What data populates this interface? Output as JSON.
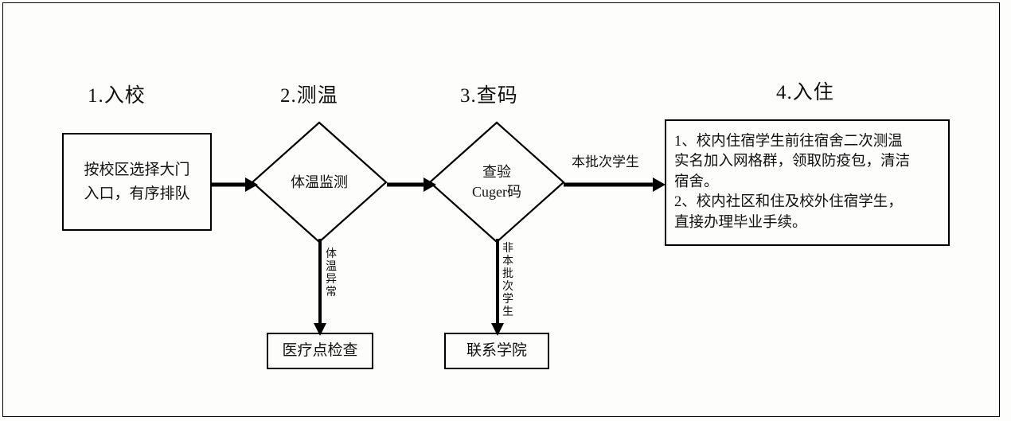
{
  "diagram": {
    "title_steps": [
      {
        "id": "step1",
        "label": "1.入校"
      },
      {
        "id": "step2",
        "label": "2.测温"
      },
      {
        "id": "step3",
        "label": "3.查码"
      },
      {
        "id": "step4",
        "label": "4.入住"
      }
    ],
    "nodes": {
      "entry_box": {
        "type": "process",
        "text": "按校区选择大门\n入口，有序排队"
      },
      "temp_check": {
        "type": "decision",
        "text": "体温监测"
      },
      "code_check": {
        "type": "decision",
        "text": "查验\nCuger码"
      },
      "checkin_box": {
        "type": "process",
        "text": "1、校内住宿学生前往宿舍二次测温\n实名加入网格群，领取防疫包，清洁\n宿舍。\n2、校内社区和住及校外住宿学生，\n直接办理毕业手续。"
      },
      "medical_box": {
        "type": "process",
        "text": "医疗点检查"
      },
      "contact_box": {
        "type": "process",
        "text": "联系学院"
      }
    },
    "edges": {
      "entry_to_temp": {
        "label": ""
      },
      "temp_to_code": {
        "label": ""
      },
      "code_to_checkin": {
        "label": "本批次学生"
      },
      "temp_to_medical": {
        "label": "体温异常"
      },
      "code_to_contact": {
        "label": "非本批次学生"
      }
    },
    "colors": {
      "stroke": "#000000",
      "text": "#111111",
      "background": "#fdfdfb"
    }
  }
}
